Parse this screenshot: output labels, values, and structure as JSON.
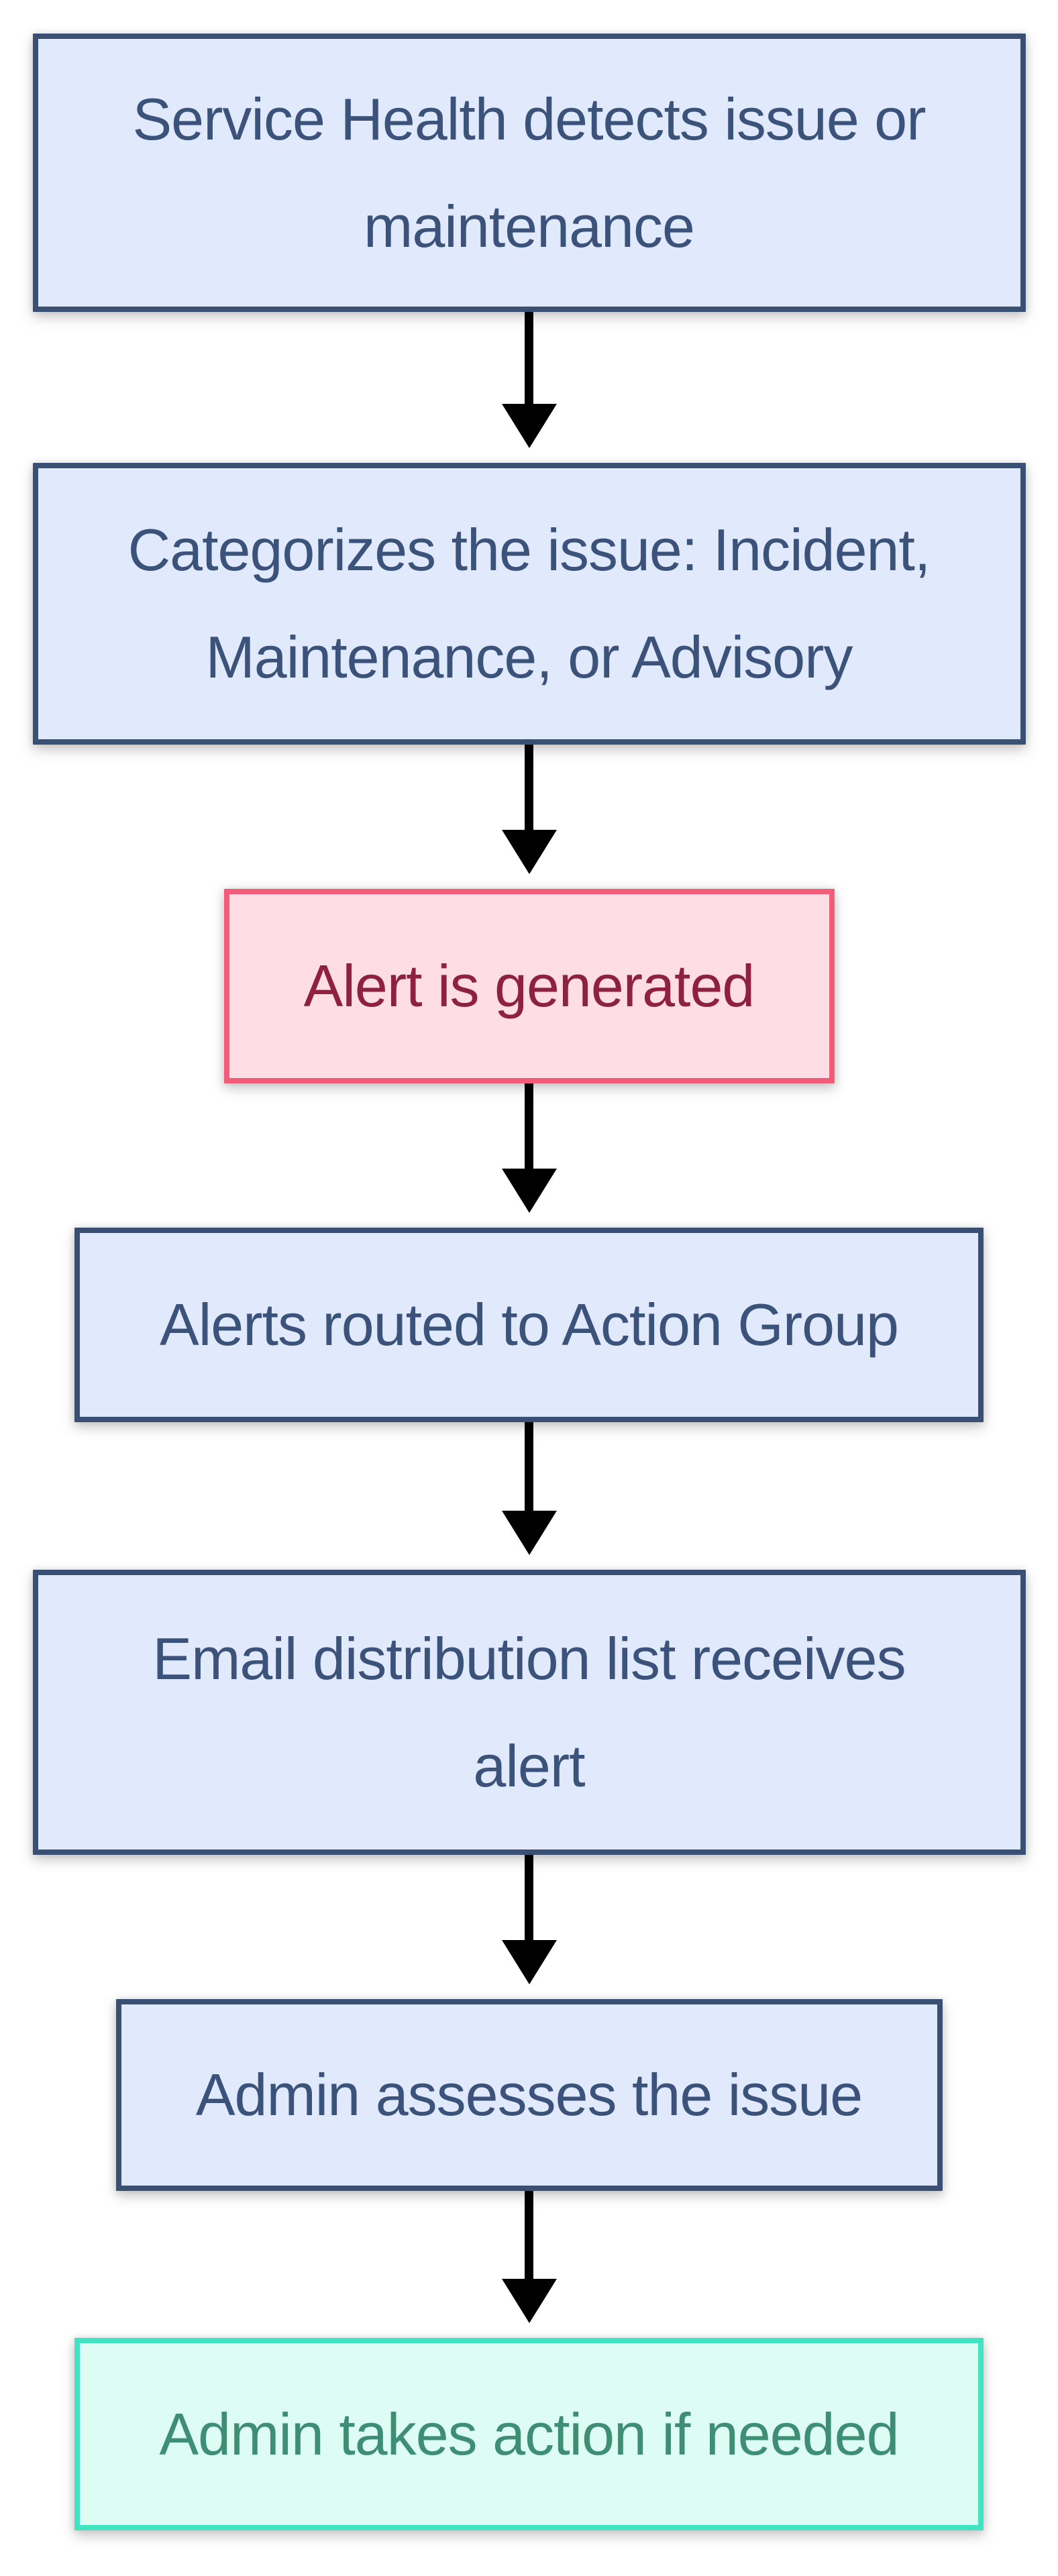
{
  "diagram": {
    "type": "flowchart",
    "direction": "top-down",
    "background": "#ffffff",
    "arrow_color": "#000000",
    "node_styles": {
      "default": {
        "fill": "#e1e9fc",
        "border": "#3a4f74",
        "text": "#3b527a"
      },
      "alert": {
        "fill": "#ffdde4",
        "border": "#f25c78",
        "text": "#8e2140"
      },
      "action": {
        "fill": "#ddfcf3",
        "border": "#41e3c1",
        "text": "#3e8e74"
      }
    },
    "nodes": [
      {
        "label": "Service Health detects issue or\nmaintenance",
        "style": "default"
      },
      {
        "label": "Categorizes the issue: Incident,\nMaintenance, or Advisory",
        "style": "default"
      },
      {
        "label": "Alert is generated",
        "style": "alert"
      },
      {
        "label": "Alerts routed to Action Group",
        "style": "default"
      },
      {
        "label": "Email distribution list receives\nalert",
        "style": "default"
      },
      {
        "label": "Admin assesses the issue",
        "style": "default"
      },
      {
        "label": "Admin takes action if needed",
        "style": "action"
      }
    ],
    "edges": [
      {
        "from": 0,
        "to": 1
      },
      {
        "from": 1,
        "to": 2
      },
      {
        "from": 2,
        "to": 3
      },
      {
        "from": 3,
        "to": 4
      },
      {
        "from": 4,
        "to": 5
      },
      {
        "from": 5,
        "to": 6
      }
    ]
  }
}
